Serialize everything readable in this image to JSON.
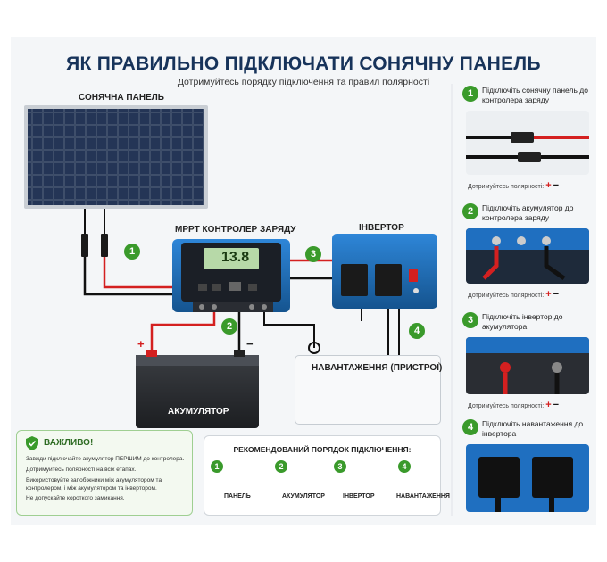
{
  "header": {
    "title": "ЯК ПРАВИЛЬНО ПІДКЛЮЧАТИ СОНЯЧНУ ПАНЕЛЬ",
    "subtitle": "Дотримуйтесь порядку підключення та правил полярності"
  },
  "diagram": {
    "solar_panel_label": "СОНЯЧНА ПАНЕЛЬ",
    "controller_label": "MPPT КОНТРОЛЕР ЗАРЯДУ",
    "controller_display": "13.8",
    "inverter_label": "ІНВЕРТОР",
    "battery_label": "АКУМУЛЯТОР",
    "load_label": "НАВАНТАЖЕННЯ (ПРИСТРОЇ)",
    "plus_sign": "+",
    "minus_sign": "−",
    "step_numbers": [
      "1",
      "2",
      "3",
      "4"
    ]
  },
  "sidebar": {
    "steps": [
      {
        "number": "1",
        "text": "Підключіть сонячну панель до контролера заряду",
        "polarity_label": "Дотримуйтесь полярності:"
      },
      {
        "number": "2",
        "text": "Підключіть акумулятор до контролера заряду",
        "polarity_label": "Дотримуйтесь полярності:"
      },
      {
        "number": "3",
        "text": "Підключіть інвертор до акумулятора",
        "polarity_label": "Дотримуйтесь полярності:"
      },
      {
        "number": "4",
        "text": "Підключіть навантаження до інвертора",
        "polarity_label": ""
      }
    ]
  },
  "warning": {
    "title": "ВАЖЛИВО!",
    "items": [
      "Завжди підключайте акумулятор ПЕРШИМ до контролера.",
      "Дотримуйтесь полярності на всіх етапах.",
      "Використовуйте запобіжники між акумулятором та контролером, і між акумулятором та інвертором.",
      "Не допускайте короткого замикання."
    ]
  },
  "recommended": {
    "title": "РЕКОМЕНДОВАНИЙ ПОРЯДОК ПІДКЛЮЧЕННЯ:",
    "steps": [
      {
        "number": "1",
        "label": "ПАНЕЛЬ"
      },
      {
        "number": "2",
        "label": "АКУМУЛЯТОР"
      },
      {
        "number": "3",
        "label": "ІНВЕРТОР"
      },
      {
        "number": "4",
        "label": "НАВАНТАЖЕННЯ"
      }
    ]
  },
  "colors": {
    "title": "#17335a",
    "accent_green": "#3a9a2b",
    "device_blue": "#1f6fc0",
    "wire_red": "#d42020",
    "wire_black": "#111111"
  }
}
